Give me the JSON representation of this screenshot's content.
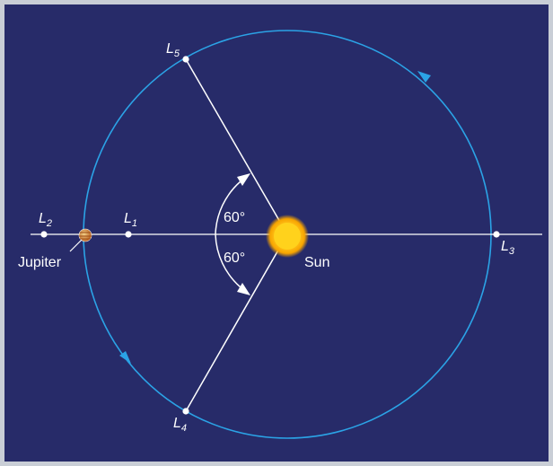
{
  "colors": {
    "background": "#272b69",
    "frame": "#c9ced6",
    "orbit": "#2ba3e6",
    "lines": "#ffffff",
    "sun_core": "#ffd21c",
    "sun_glow": "#ffb000"
  },
  "icons": {
    "sun": "sun-icon",
    "jupiter": "jupiter-planet-icon"
  },
  "points": {
    "L1": {
      "letter": "L",
      "sub": "1"
    },
    "L2": {
      "letter": "L",
      "sub": "2"
    },
    "L3": {
      "letter": "L",
      "sub": "3"
    },
    "L4": {
      "letter": "L",
      "sub": "4"
    },
    "L5": {
      "letter": "L",
      "sub": "5"
    }
  },
  "bodies": {
    "sun": "Sun",
    "jupiter": "Jupiter"
  },
  "angles": {
    "upper": "60°",
    "lower": "60°"
  }
}
